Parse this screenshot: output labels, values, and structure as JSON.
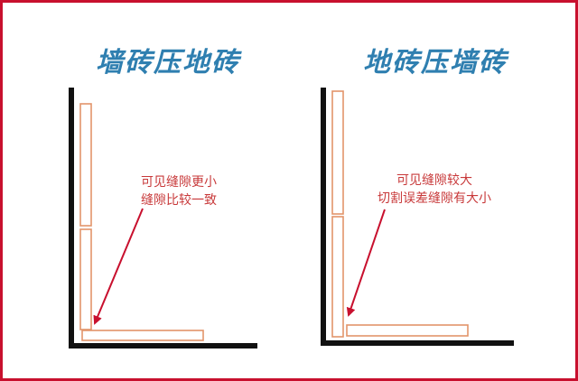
{
  "left_diagram": {
    "title": "墙砖压地砖",
    "annotation": [
      "可见缝隙更小",
      "缝隙比较一致"
    ]
  },
  "right_diagram": {
    "title": "地砖压墙砖",
    "annotation": [
      "可见缝隙较大",
      "切割误差缝隙有大小"
    ]
  },
  "colors": {
    "frame": "#c8102e",
    "title": "#2f7fb0",
    "annotation": "#c8393a",
    "tile_outline": "#e2946a",
    "wall_floor": "#111111",
    "arrow": "#c8102e"
  }
}
